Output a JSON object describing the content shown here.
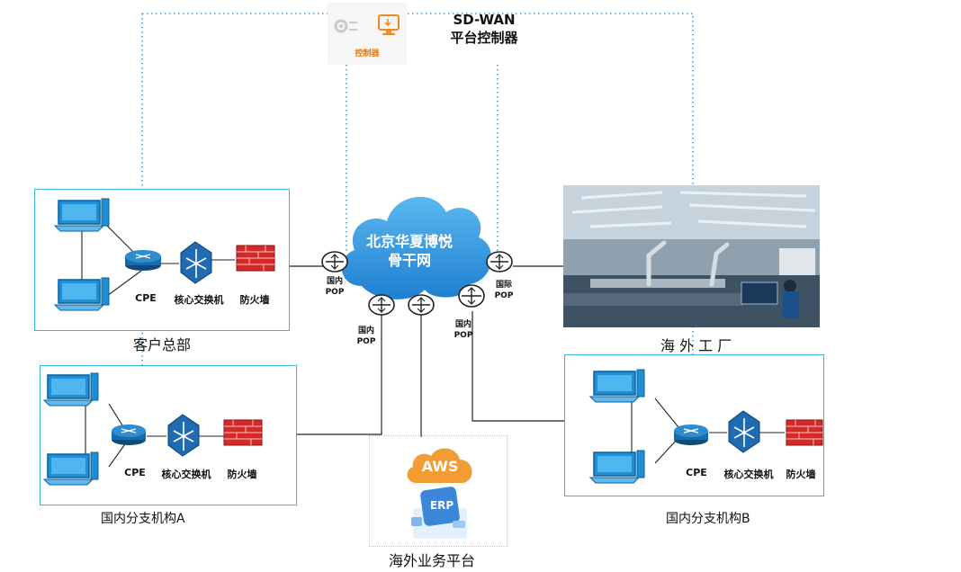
{
  "controller": {
    "title_line1": "SD-WAN",
    "title_line2": "平台控制器",
    "card_label": "控制器"
  },
  "cloud": {
    "line1": "北京华夏博悦",
    "line2": "骨干网"
  },
  "pops": {
    "left": [
      "国内",
      "POP"
    ],
    "center": [
      "国内",
      "POP"
    ],
    "right_inner": [
      "国内",
      "POP"
    ],
    "right": [
      "国际",
      "POP"
    ]
  },
  "hq": {
    "caption": "客户总部",
    "cpe": "CPE",
    "switch": "核心交换机",
    "firewall": "防火墙"
  },
  "branch_a": {
    "caption": "国内分支机构A",
    "cpe": "CPE",
    "switch": "核心交换机",
    "firewall": "防火墙"
  },
  "branch_b": {
    "caption": "国内分支机构B",
    "cpe": "CPE",
    "switch": "核心交换机",
    "firewall": "防火墙"
  },
  "factory": {
    "caption": "海 外 工 厂"
  },
  "overseas": {
    "caption": "海外业务平台",
    "aws_label": "AWS",
    "erp_label": "ERP"
  },
  "colors": {
    "box_border": "#3bb3e0",
    "dotted_line": "#3aa0e0",
    "cloud_blue": "#2b8fdc",
    "firewall_red": "#d42a2a",
    "aws_orange": "#f39c34",
    "pc_blue": "#1e8fd6"
  }
}
